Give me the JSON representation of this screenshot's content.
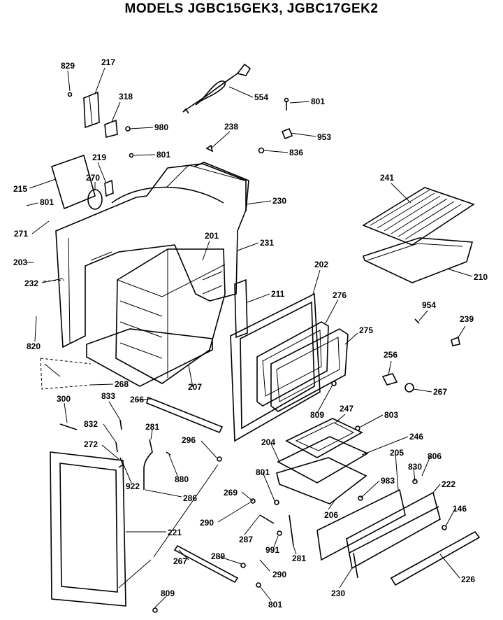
{
  "title": "MODELS JGBC15GEK3, JGBC17GEK2",
  "parts": [
    {
      "id": "829"
    },
    {
      "id": "217"
    },
    {
      "id": "318"
    },
    {
      "id": "980"
    },
    {
      "id": "554"
    },
    {
      "id": "801"
    },
    {
      "id": "953"
    },
    {
      "id": "238"
    },
    {
      "id": "836"
    },
    {
      "id": "219"
    },
    {
      "id": "801"
    },
    {
      "id": "270"
    },
    {
      "id": "215"
    },
    {
      "id": "801"
    },
    {
      "id": "271"
    },
    {
      "id": "230"
    },
    {
      "id": "241"
    },
    {
      "id": "201"
    },
    {
      "id": "231"
    },
    {
      "id": "203"
    },
    {
      "id": "232"
    },
    {
      "id": "202"
    },
    {
      "id": "210"
    },
    {
      "id": "211"
    },
    {
      "id": "276"
    },
    {
      "id": "954"
    },
    {
      "id": "239"
    },
    {
      "id": "275"
    },
    {
      "id": "820"
    },
    {
      "id": "256"
    },
    {
      "id": "268"
    },
    {
      "id": "207"
    },
    {
      "id": "267"
    },
    {
      "id": "300"
    },
    {
      "id": "833"
    },
    {
      "id": "266"
    },
    {
      "id": "809"
    },
    {
      "id": "247"
    },
    {
      "id": "803"
    },
    {
      "id": "832"
    },
    {
      "id": "281"
    },
    {
      "id": "296"
    },
    {
      "id": "204"
    },
    {
      "id": "246"
    },
    {
      "id": "272"
    },
    {
      "id": "880"
    },
    {
      "id": "205"
    },
    {
      "id": "830"
    },
    {
      "id": "806"
    },
    {
      "id": "801"
    },
    {
      "id": "922"
    },
    {
      "id": "983"
    },
    {
      "id": "222"
    },
    {
      "id": "286"
    },
    {
      "id": "269"
    },
    {
      "id": "146"
    },
    {
      "id": "290"
    },
    {
      "id": "206"
    },
    {
      "id": "221"
    },
    {
      "id": "287"
    },
    {
      "id": "991"
    },
    {
      "id": "281"
    },
    {
      "id": "267"
    },
    {
      "id": "289"
    },
    {
      "id": "290"
    },
    {
      "id": "226"
    },
    {
      "id": "230"
    },
    {
      "id": "809"
    },
    {
      "id": "801"
    }
  ]
}
